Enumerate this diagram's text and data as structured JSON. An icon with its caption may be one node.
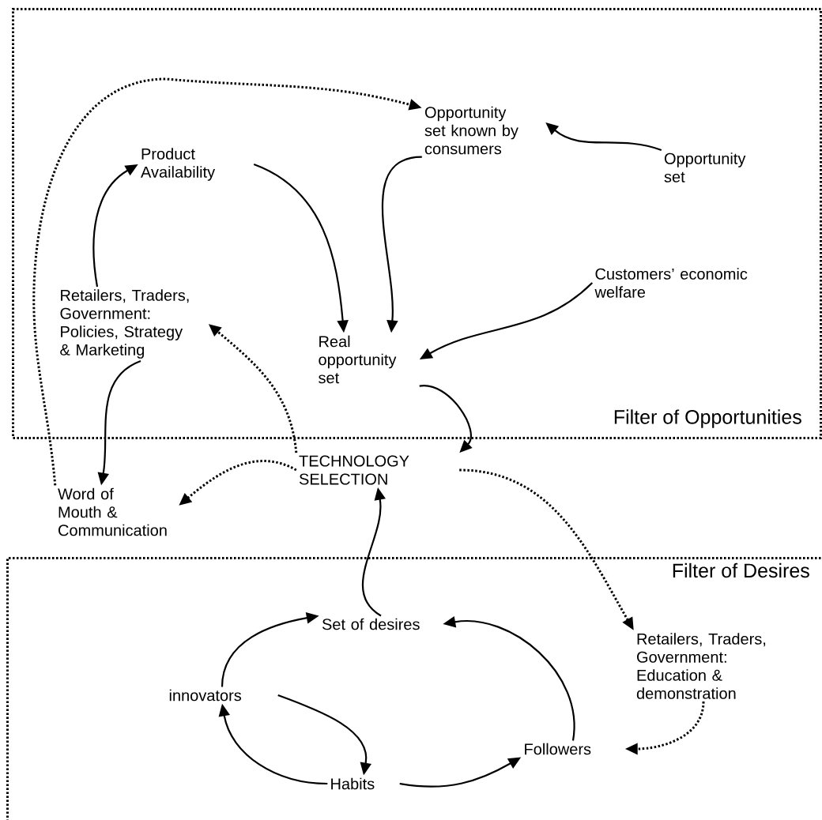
{
  "diagram": {
    "nodes": [
      {
        "text": [
          "Filter of Opportunities"
        ]
      },
      {
        "text": [
          "Opportunity set known by consumers"
        ],
        "in": 0
      },
      {
        "text": [
          "Opportunity set"
        ],
        "in": 0
      },
      {
        "text": [
          "Product Availability"
        ],
        "in": 0
      },
      {
        "text": [
          "Customers’ economic welfare"
        ],
        "in": 0
      },
      {
        "text": [
          "Retailers, Traders, Government: Policies, Strategy & Marketing"
        ],
        "in": 0
      },
      {
        "text": [
          "Real opportunity set"
        ],
        "in": 0
      },
      {
        "text": [
          "TECHNOLOGY SELECTION"
        ]
      },
      {
        "text": [
          "Word of Mouth & Communication"
        ]
      },
      {
        "text": [
          "Filter of Desires"
        ]
      },
      {
        "text": [
          "Set of desires"
        ],
        "in": 9
      },
      {
        "text": [
          "Retailers, Traders, Government: Education & demonstration"
        ],
        "in": 9
      },
      {
        "text": [
          "innovators"
        ],
        "in": 9
      },
      {
        "text": [
          "Followers"
        ],
        "in": 9
      },
      {
        "text": [
          "Habits"
        ],
        "in": 9
      }
    ],
    "edges": [
      {
        "from": 8,
        "to": 1,
        "arrow": "to",
        "style": "dashed"
      },
      {
        "from": 2,
        "to": 1,
        "arrow": "to"
      },
      {
        "from": 5,
        "to": 3,
        "arrow": "to"
      },
      {
        "from": 3,
        "to": 6,
        "arrow": "to"
      },
      {
        "from": 1,
        "to": 6,
        "arrow": "to"
      },
      {
        "from": 4,
        "to": 6,
        "arrow": "to"
      },
      {
        "from": 6,
        "to": 7,
        "arrow": "to"
      },
      {
        "from": 7,
        "to": 5,
        "arrow": "to",
        "style": "dashed"
      },
      {
        "from": 5,
        "to": 8,
        "arrow": "to"
      },
      {
        "from": 7,
        "to": 8,
        "arrow": "to",
        "style": "dashed"
      },
      {
        "from": 7,
        "to": 11,
        "arrow": "to",
        "style": "dashed"
      },
      {
        "from": 10,
        "to": 7,
        "arrow": "to"
      },
      {
        "from": 12,
        "to": 10,
        "arrow": "to"
      },
      {
        "from": 12,
        "to": 14,
        "arrow": "to"
      },
      {
        "from": 14,
        "to": 12,
        "arrow": "to"
      },
      {
        "from": 14,
        "to": 13,
        "arrow": "to"
      },
      {
        "from": 13,
        "to": 10,
        "arrow": "to"
      },
      {
        "from": 11,
        "to": 13,
        "arrow": "to",
        "style": "dashed"
      }
    ]
  }
}
